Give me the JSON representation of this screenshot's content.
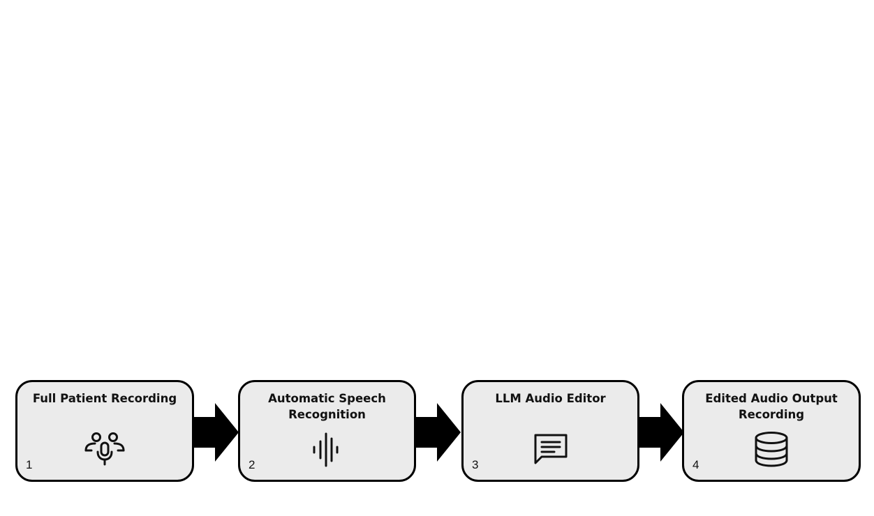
{
  "diagram": {
    "steps": [
      {
        "number": "1",
        "title": "Full Patient Recording",
        "icon": "people-microphone-icon"
      },
      {
        "number": "2",
        "title": "Automatic Speech Recognition",
        "icon": "audio-waveform-icon"
      },
      {
        "number": "3",
        "title": "LLM Audio Editor",
        "icon": "chat-message-icon"
      },
      {
        "number": "4",
        "title": "Edited Audio Output Recording",
        "icon": "database-icon"
      }
    ],
    "connector": "right-arrow-icon",
    "colors": {
      "box_fill": "#ebebeb",
      "stroke": "#000000",
      "text": "#111111"
    }
  }
}
